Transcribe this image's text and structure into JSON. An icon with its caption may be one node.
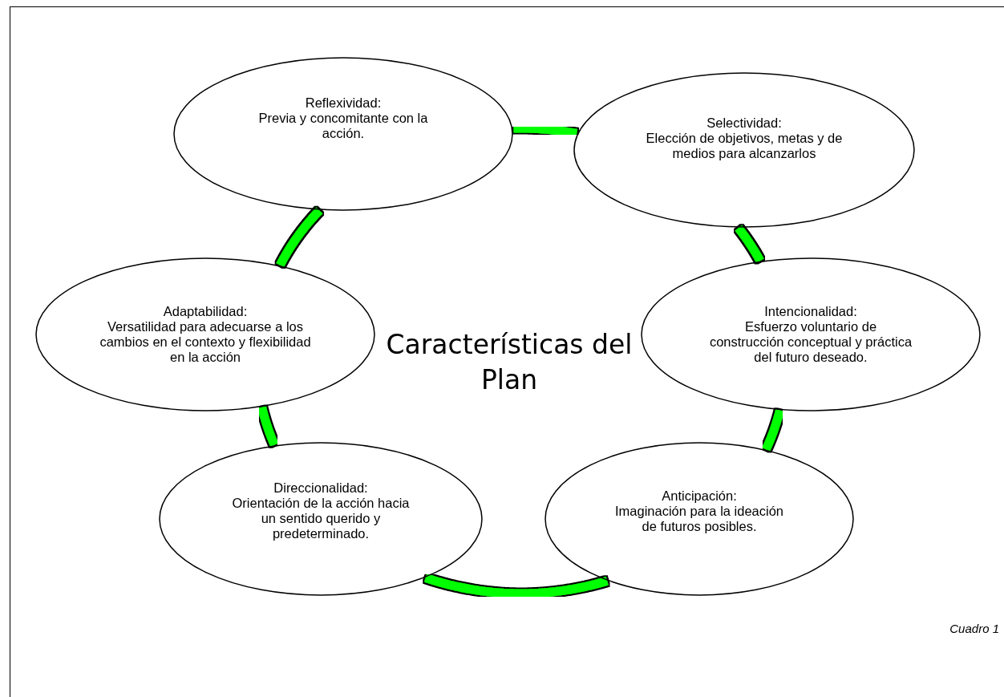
{
  "diagram": {
    "title": "Características del Plan",
    "caption": "Cuadro 1",
    "nodes": [
      {
        "text": [
          "Reflexividad:",
          "Previa y concomitante con la acción."
        ]
      },
      {
        "text": [
          "Selectividad:",
          "Elección de objetivos, metas y de medios para alcanzarlos"
        ]
      },
      {
        "text": [
          "Adaptabilidad:",
          "Versatilidad para adecuarse a los cambios en el contexto y flexibilidad en la acción"
        ]
      },
      {
        "text": [
          "Intencionalidad:",
          "Esfuerzo voluntario de construcción conceptual y práctica del futuro deseado."
        ]
      },
      {
        "text": [
          "Direccionalidad:",
          "Orientación de la acción hacia un sentido querido y predeterminado."
        ]
      },
      {
        "text": [
          "Anticipación:",
          "Imaginación para la ideación de futuros posibles."
        ]
      }
    ],
    "edges": [
      {
        "from": 0,
        "to": 1,
        "arrow": "none"
      },
      {
        "from": 1,
        "to": 3,
        "arrow": "none"
      },
      {
        "from": 3,
        "to": 5,
        "arrow": "none"
      },
      {
        "from": 5,
        "to": 4,
        "arrow": "none"
      },
      {
        "from": 4,
        "to": 2,
        "arrow": "none"
      },
      {
        "from": 2,
        "to": 0,
        "arrow": "none"
      }
    ]
  }
}
